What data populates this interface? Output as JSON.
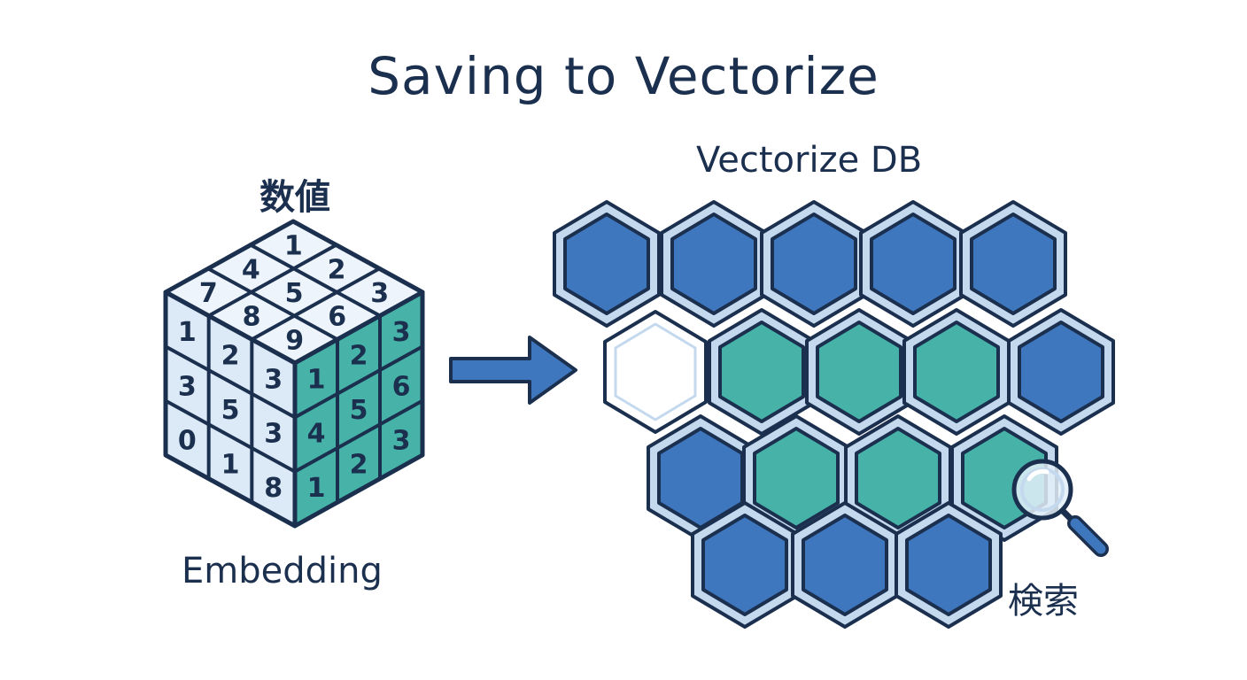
{
  "title": "Saving to Vectorize",
  "left": {
    "top_label": "数値",
    "bottom_label": "Embedding",
    "cube": {
      "top_face": [
        [
          "7",
          "4",
          "1"
        ],
        [
          "8",
          "5",
          "2"
        ],
        [
          "9",
          "6",
          "3"
        ]
      ],
      "front_face": [
        [
          "1",
          "2",
          "3"
        ],
        [
          "3",
          "5",
          "3"
        ],
        [
          "0",
          "1",
          "8"
        ]
      ],
      "right_face": [
        [
          "1",
          "2",
          "3"
        ],
        [
          "4",
          "5",
          "6"
        ],
        [
          "1",
          "2",
          "3"
        ]
      ]
    }
  },
  "arrow": {
    "icon": "right-arrow-icon"
  },
  "right": {
    "db_label": "Vectorize DB",
    "search_label": "検索",
    "search_icon": "magnifier-icon"
  },
  "colors": {
    "blue": "#3f77bf",
    "teal": "#47b3a8",
    "outline": "#1b2f4e",
    "frame": "#c4d9ee",
    "cube_light": "#dce9f6",
    "cube_right": "#47b3a8"
  }
}
